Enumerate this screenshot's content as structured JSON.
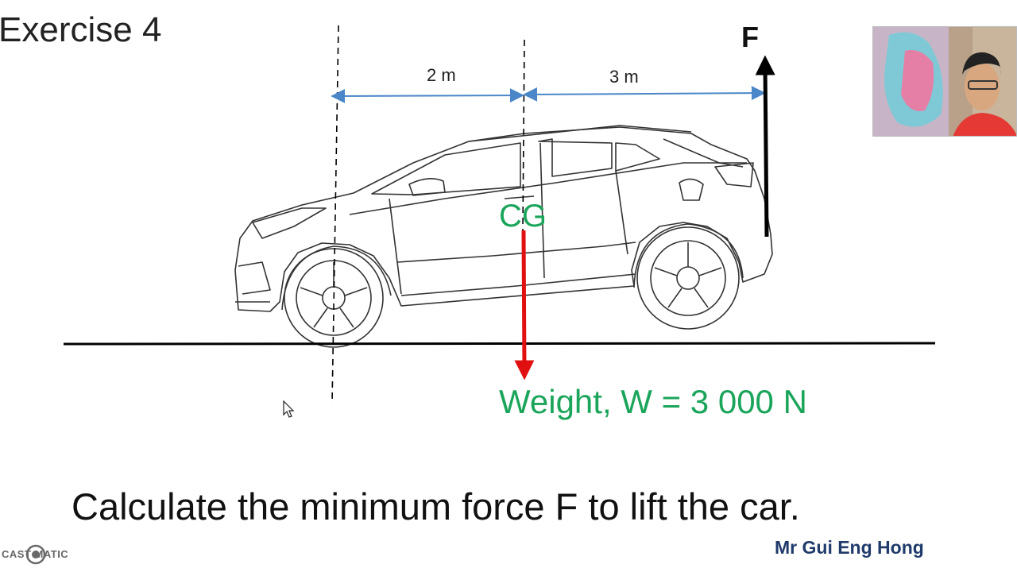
{
  "slide": {
    "title": "Exercise 4",
    "question": "Calculate the minimum force F to lift the car.",
    "author": "Mr Gui Eng Hong"
  },
  "diagram": {
    "dim_left": "2 m",
    "dim_right": "3 m",
    "force_label": "F",
    "cg_label": "CG",
    "weight_label": "Weight, W = 3 000 N",
    "colors": {
      "dimension_arrow": "#4a86c8",
      "weight_arrow": "#e01010",
      "force_arrow": "#000000",
      "cg_text": "#1aa55a",
      "ground": "#000000"
    }
  },
  "watermark": {
    "text": "CAST MATIC",
    "icon": "record-circle-icon"
  },
  "webcam": {
    "icon": "presenter-video-feed"
  }
}
